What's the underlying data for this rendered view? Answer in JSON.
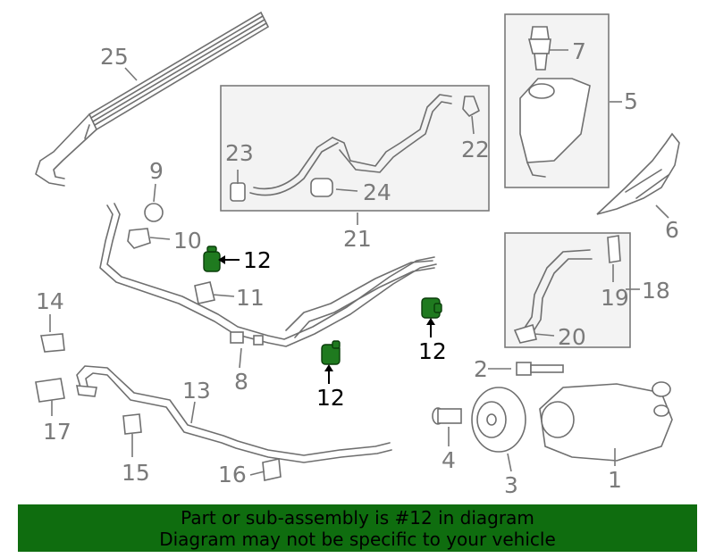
{
  "callouts": {
    "c1": "1",
    "c2": "2",
    "c3": "3",
    "c4": "4",
    "c5": "5",
    "c6": "6",
    "c7": "7",
    "c8": "8",
    "c9": "9",
    "c10": "10",
    "c11": "11",
    "c12": "12",
    "c13": "13",
    "c14": "14",
    "c15": "15",
    "c16": "16",
    "c17": "17",
    "c18": "18",
    "c19": "19",
    "c20": "20",
    "c21": "21",
    "c22": "22",
    "c23": "23",
    "c24": "24",
    "c25": "25"
  },
  "highlight_color": "#1f7a1f",
  "banner": {
    "line1": "Part or sub-assembly is #12 in diagram",
    "line2": "Diagram may not be specific to your vehicle",
    "color": "#0f6d0f"
  }
}
